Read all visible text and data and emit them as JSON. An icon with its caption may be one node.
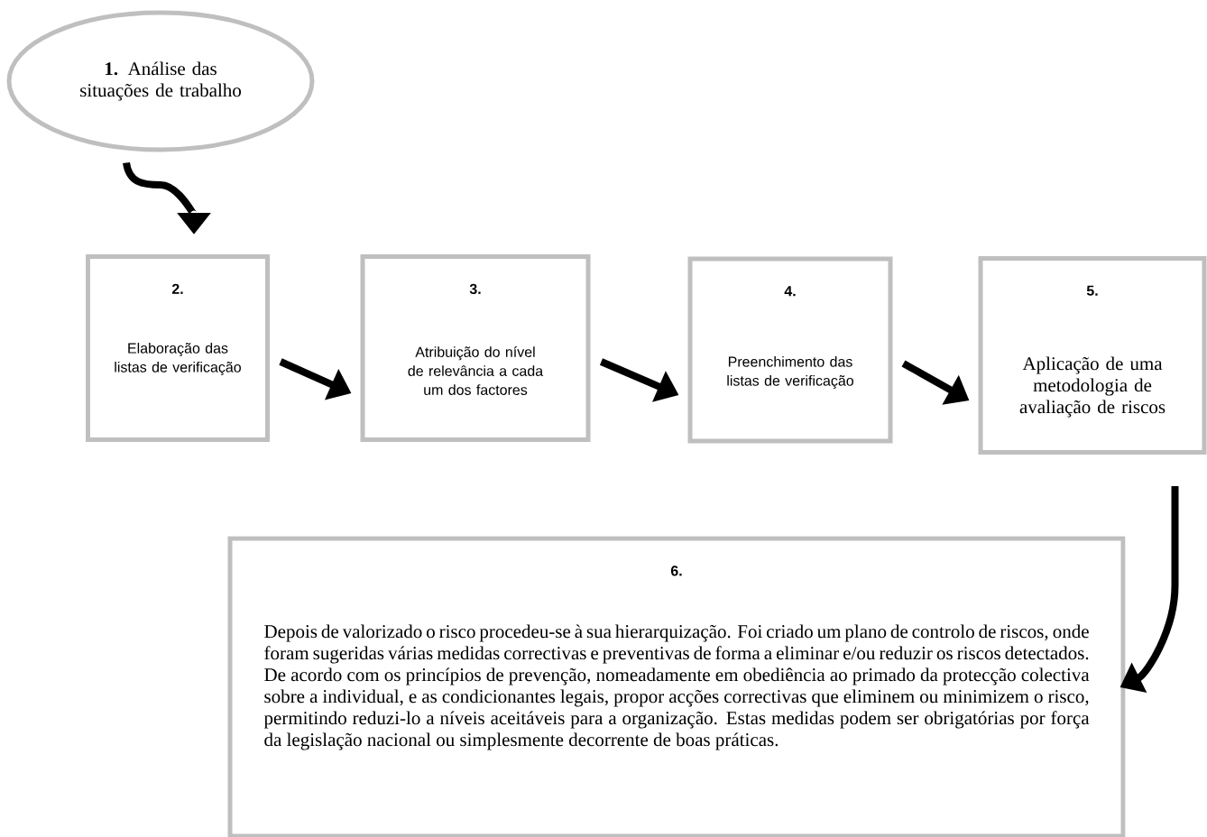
{
  "diagram": {
    "nodes": [
      {
        "text": [
          "**1.** Análise das situações de trabalho"
        ]
      },
      {
        "text": [
          "**2**.",
          "Elaboração das listas de verificação"
        ]
      },
      {
        "text": [
          "3.",
          "Atribuição do nível de relevância a cada um dos factores"
        ]
      },
      {
        "text": [
          "4.",
          "Preenchimento das listas de verificação"
        ]
      },
      {
        "text": [
          "5.",
          "Aplicação de uma metodologia de avaliação de riscos"
        ]
      },
      {
        "text": [
          "6.",
          "Depois de valorizado o risco procedeu-se à sua hierarquização. Foi criado um plano de controlo de riscos, onde foram sugeridas várias medidas correctivas e preventivas de forma a eliminar e/ou reduzir os riscos detectados. De acordo com os princípios de prevenção, nomeadamente em obediência ao primado da protecção colectiva sobre a individual, e as condicionantes legais, propor acções correctivas que eliminem ou minimizem o risco, permitindo reduzi-lo a níveis aceitáveis para a organização. Estas medidas podem ser obrigatórias por força da legislação nacional ou simplesmente decorrente de boas práticas."
        ]
      }
    ],
    "edges": [
      {
        "from": 0,
        "to": 1,
        "arrow": "to"
      },
      {
        "from": 1,
        "to": 2,
        "arrow": "to"
      },
      {
        "from": 2,
        "to": 3,
        "arrow": "to"
      },
      {
        "from": 3,
        "to": 4,
        "arrow": "to"
      },
      {
        "from": 4,
        "to": 5,
        "arrow": "to"
      }
    ]
  }
}
